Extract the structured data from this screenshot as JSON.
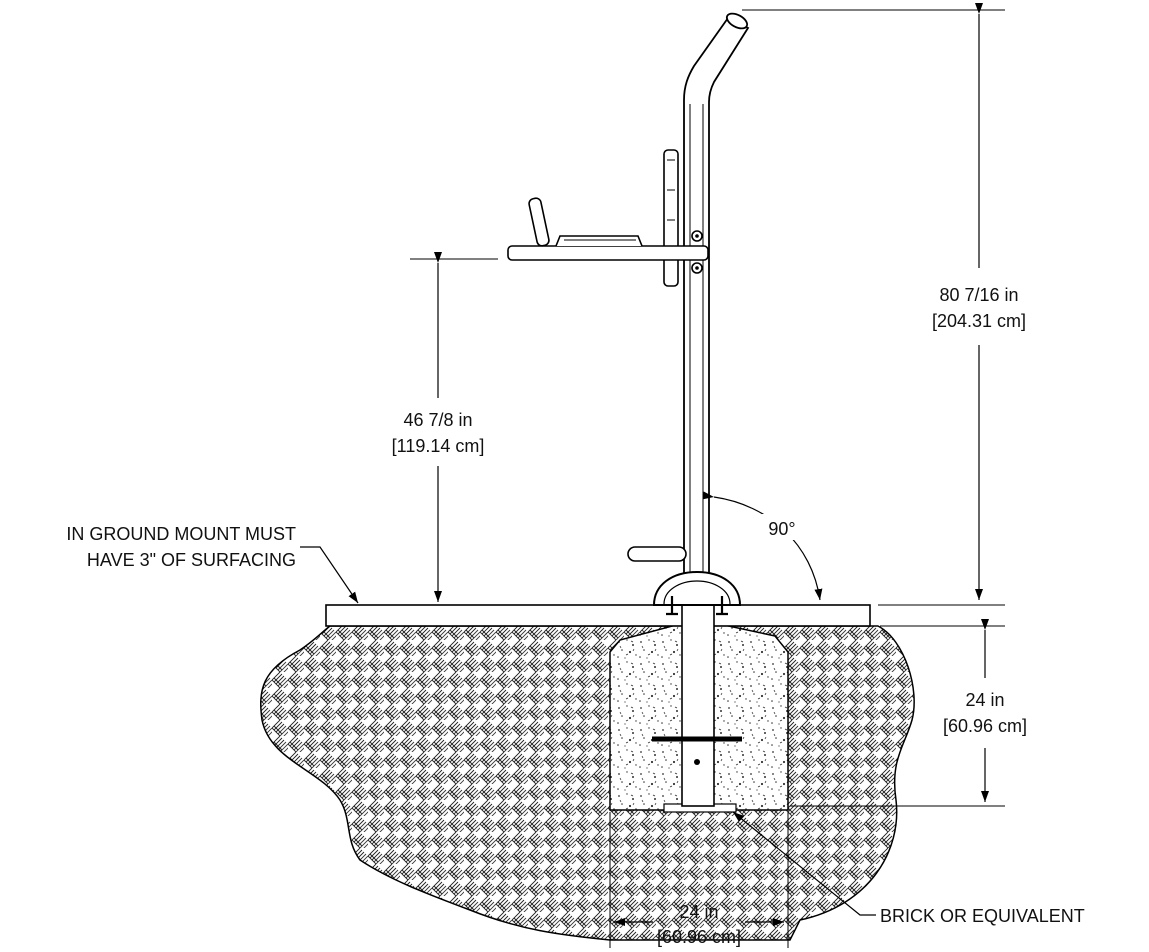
{
  "dimensions": {
    "overall_height": {
      "imperial": "80 7/16 in",
      "metric": "[204.31 cm]"
    },
    "platform_height": {
      "imperial": "46 7/8 in",
      "metric": "[119.14 cm]"
    },
    "footing_depth": {
      "imperial": "24 in",
      "metric": "[60.96 cm]"
    },
    "footing_width": {
      "imperial": "24 in",
      "metric": "[60.96 cm]"
    },
    "angle": "90°"
  },
  "notes": {
    "surfacing_line1": "IN GROUND MOUNT MUST",
    "surfacing_line2": "HAVE 3\" OF SURFACING",
    "brick": "BRICK OR EQUIVALENT"
  }
}
